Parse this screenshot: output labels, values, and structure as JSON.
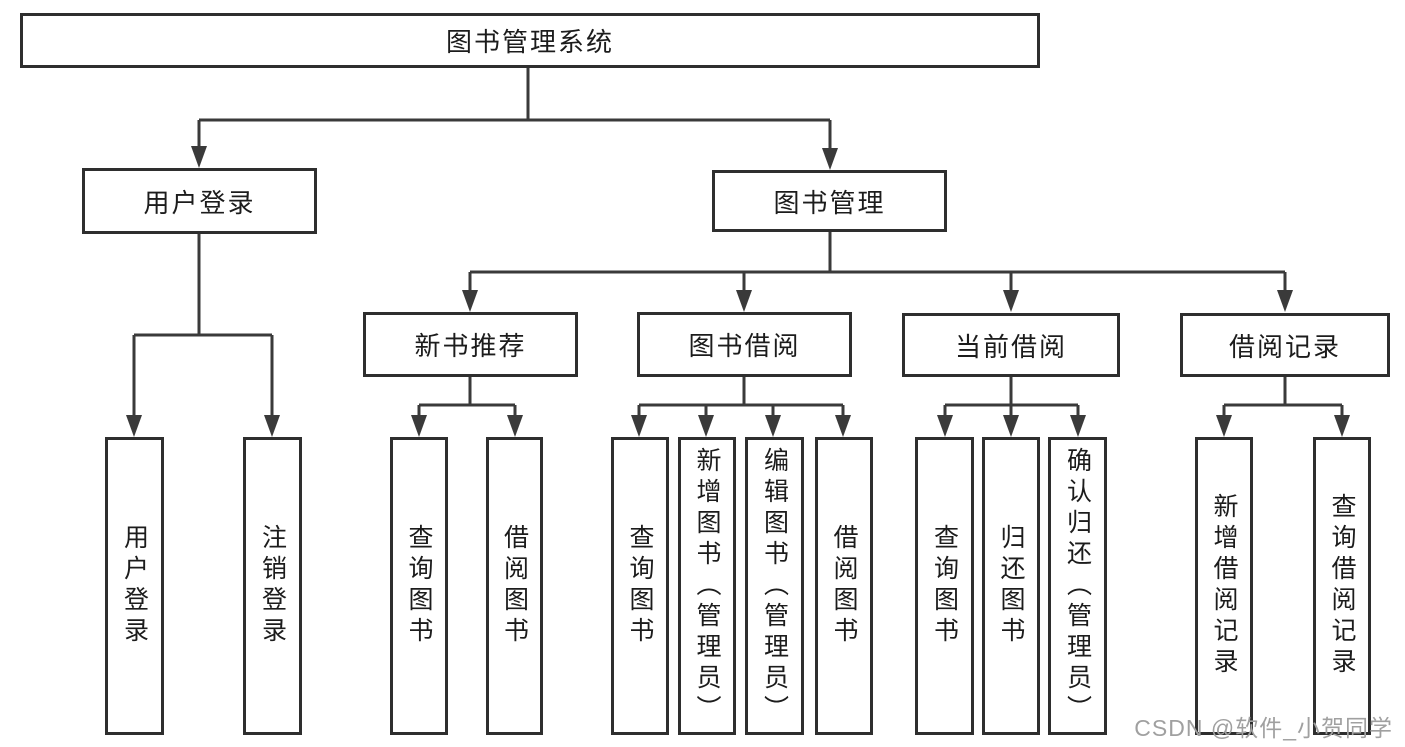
{
  "title": "图书管理系统",
  "watermark": "CSDN @软件_小贺同学",
  "colors": {
    "line": "#3a3a3a",
    "box_border": "#2e2e2e",
    "text": "#1c1c1c",
    "watermark": "#a0a0a0",
    "background": "#ffffff"
  },
  "nodes": {
    "root": "图书管理系统",
    "user_login": "用户登录",
    "book_mgmt": "图书管理",
    "new_book_rec": "新书推荐",
    "book_borrow": "图书借阅",
    "current_borrow": "当前借阅",
    "borrow_records": "借阅记录",
    "ul_login": "用户登录",
    "ul_logout": "注销登录",
    "nbr_query": "查询图书",
    "nbr_borrow": "借阅图书",
    "bb_query": "查询图书",
    "bb_add": "新增图书（管理员）",
    "bb_edit": "编辑图书（管理员）",
    "bb_borrow": "借阅图书",
    "cb_query": "查询图书",
    "cb_return": "归还图书",
    "cb_confirm": "确认归还（管理员）",
    "br_add": "新增借阅记录",
    "br_query": "查询借阅记录"
  }
}
